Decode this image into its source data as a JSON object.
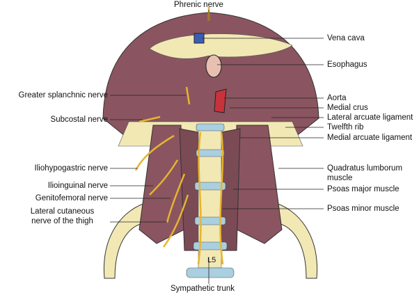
{
  "figure": {
    "top_label": "Phrenic nerve",
    "bottom_label": "Sympathetic trunk",
    "vertebra_label": "L5",
    "right_labels": {
      "vena_cava": "Vena cava",
      "esophagus": "Esophagus",
      "aorta": "Aorta",
      "medial_crus": "Medial crus",
      "lateral_arcuate": "Lateral arcuate ligament",
      "twelfth_rib": "Twelfth rib",
      "medial_arcuate": "Medial arcuate ligament",
      "quadratus_1": "Quadratus lumborum",
      "quadratus_2": "muscle",
      "psoas_major": "Psoas major muscle",
      "psoas_minor": "Psoas minor muscle"
    },
    "left_labels": {
      "greater_splanchnic": "Greater splanchnic nerve",
      "subcostal": "Subcostal nerve",
      "iliohypogastric": "Iliohypogastric nerve",
      "ilioinguinal": "Ilioinguinal nerve",
      "genitofemoral": "Genitofemoral nerve",
      "lat_cut_1": "Lateral cutaneous",
      "lat_cut_2": "nerve of the thigh"
    },
    "colors": {
      "muscle": "#8a5560",
      "tendon": "#f2e8b4",
      "vertebra": "#a9cfe0",
      "nerve": "#e6b52e",
      "vena_cava": "#3a5db8",
      "aorta": "#c8323a",
      "esophagus": "#e8c0b0"
    }
  }
}
